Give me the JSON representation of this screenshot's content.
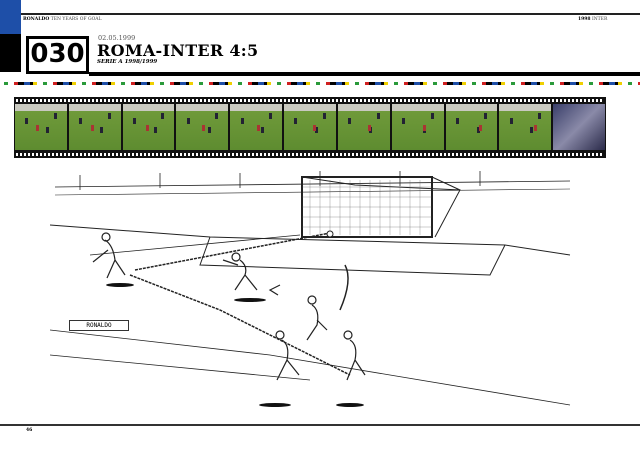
{
  "header": {
    "running_left_bold": "RONALDO",
    "running_left": "TEN YEARS OF GOAL",
    "running_right_bold": "1998",
    "running_right": "INTER"
  },
  "goal": {
    "number": "030",
    "date": "02.05.1999",
    "title": "ROMA-INTER 4:5",
    "competition": "SERIE A 1998/1999"
  },
  "filmstrip": {
    "frame_count": 11
  },
  "illustration": {
    "label": "RONALDO"
  },
  "footer": {
    "page_number": "46"
  },
  "colors": {
    "blue": "#1e4fa8",
    "black": "#000000",
    "green": "#2a9a3a",
    "red": "#d02020",
    "yellow": "#f0d000"
  }
}
